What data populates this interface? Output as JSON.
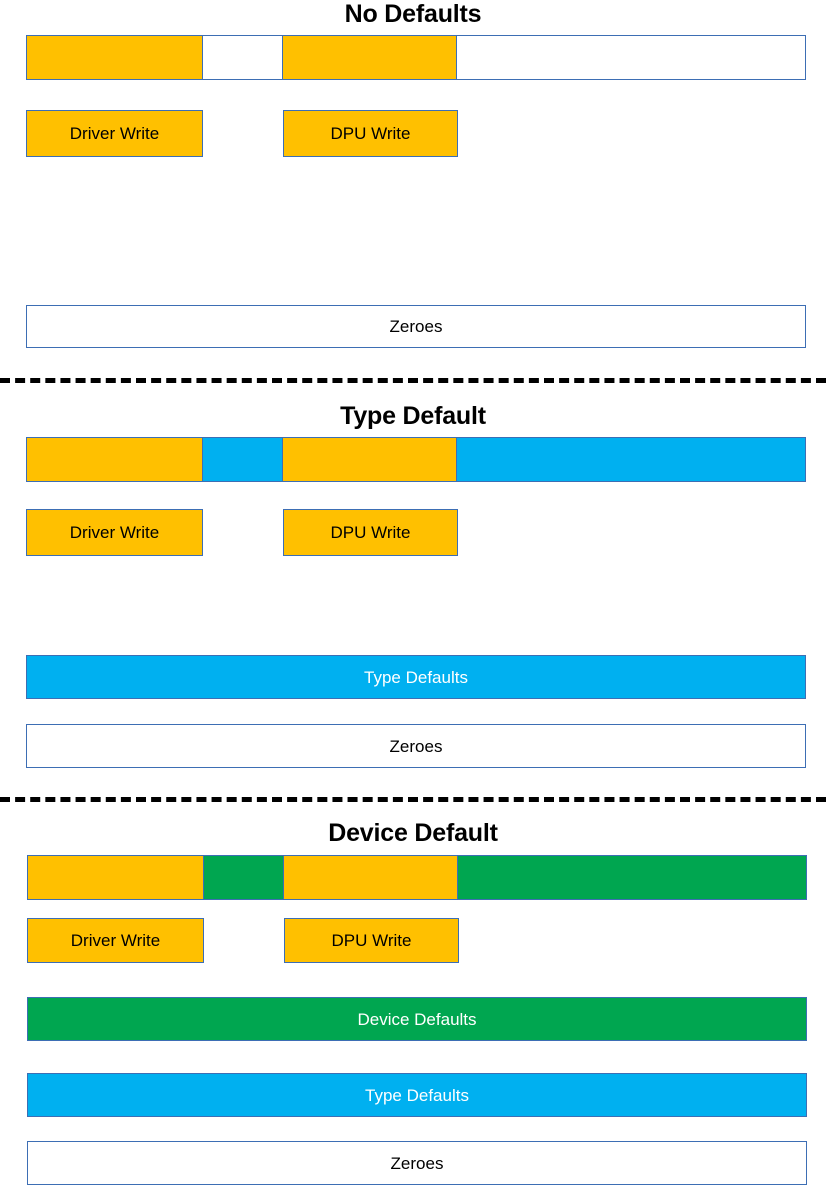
{
  "diagram": {
    "title_font_size": 25,
    "colors": {
      "driver_write": "#ffc000",
      "type_defaults": "#00b0f0",
      "device_defaults": "#00a650",
      "zeroes": "#ffffff",
      "border": "#3d6eb4",
      "divider": "#000000"
    },
    "sections": [
      {
        "id": "no-defaults",
        "title": "No Defaults",
        "strip": {
          "segments": [
            {
              "fill": "orange",
              "label": ""
            },
            {
              "fill": "white",
              "label": ""
            },
            {
              "fill": "orange",
              "label": ""
            },
            {
              "fill": "white",
              "label": ""
            }
          ]
        },
        "boxes": [
          {
            "label": "Driver Write",
            "fill": "orange"
          },
          {
            "label": "DPU Write",
            "fill": "orange"
          }
        ],
        "layers": [
          {
            "label": "Zeroes",
            "fill": "white"
          }
        ]
      },
      {
        "id": "type-default",
        "title": "Type Default",
        "strip": {
          "segments": [
            {
              "fill": "orange",
              "label": ""
            },
            {
              "fill": "blue",
              "label": ""
            },
            {
              "fill": "orange",
              "label": ""
            },
            {
              "fill": "blue",
              "label": ""
            }
          ]
        },
        "boxes": [
          {
            "label": "Driver Write",
            "fill": "orange"
          },
          {
            "label": "DPU Write",
            "fill": "orange"
          }
        ],
        "layers": [
          {
            "label": "Type Defaults",
            "fill": "blue"
          },
          {
            "label": "Zeroes",
            "fill": "white"
          }
        ]
      },
      {
        "id": "device-default",
        "title": "Device Default",
        "strip": {
          "segments": [
            {
              "fill": "orange",
              "label": ""
            },
            {
              "fill": "green",
              "label": ""
            },
            {
              "fill": "orange",
              "label": ""
            },
            {
              "fill": "green",
              "label": ""
            }
          ]
        },
        "boxes": [
          {
            "label": "Driver Write",
            "fill": "orange"
          },
          {
            "label": "DPU Write",
            "fill": "orange"
          }
        ],
        "layers": [
          {
            "label": "Device Defaults",
            "fill": "green"
          },
          {
            "label": "Type Defaults",
            "fill": "blue"
          },
          {
            "label": "Zeroes",
            "fill": "white"
          }
        ]
      }
    ]
  }
}
